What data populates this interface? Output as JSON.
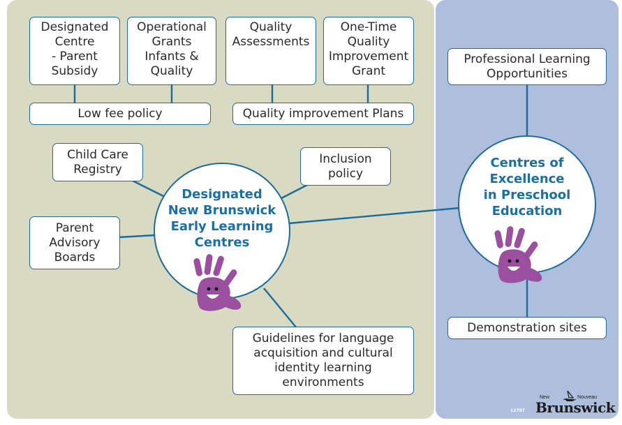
{
  "diagram": {
    "colors": {
      "left_panel": "#d8dac2",
      "right_panel": "#adbfdc",
      "accent": "#1b6b9c",
      "title_text": "#1a6fa5",
      "hand": "#9b4f9f"
    },
    "left_panel": {
      "hub": {
        "title": "Designated\nNew Brunswick\nEarly Learning\nCentres",
        "icon": "smiling-hand-icon"
      },
      "top_boxes": [
        {
          "label": "Designated\nCentre\n- Parent\nSubsidy"
        },
        {
          "label": "Operational\nGrants\nInfants &\nQuality"
        },
        {
          "label": "Quality\nAssessments"
        },
        {
          "label": "One-Time\nQuality\nImprovement\nGrant"
        }
      ],
      "group_boxes": [
        {
          "label": "Low fee policy"
        },
        {
          "label": "Quality improvement Plans"
        }
      ],
      "spokes": [
        {
          "label": "Child Care\nRegistry"
        },
        {
          "label": "Inclusion\npolicy"
        },
        {
          "label": "Parent\nAdvisory\nBoards"
        },
        {
          "label": "Guidelines for language\nacquisition and cultural\nidentity learning\nenvironments"
        }
      ]
    },
    "right_panel": {
      "hub": {
        "title": "Centres of\nExcellence\nin Preschool\nEducation",
        "icon": "smiling-hand-icon"
      },
      "boxes": [
        {
          "label": "Professional Learning\nOpportunities"
        },
        {
          "label": "Demonstration sites"
        }
      ]
    },
    "footer": {
      "code": "12787",
      "logo_word": "Brunswick",
      "logo_left": "New",
      "logo_right": "Nouveau",
      "logo_icon": "ship-icon"
    }
  }
}
